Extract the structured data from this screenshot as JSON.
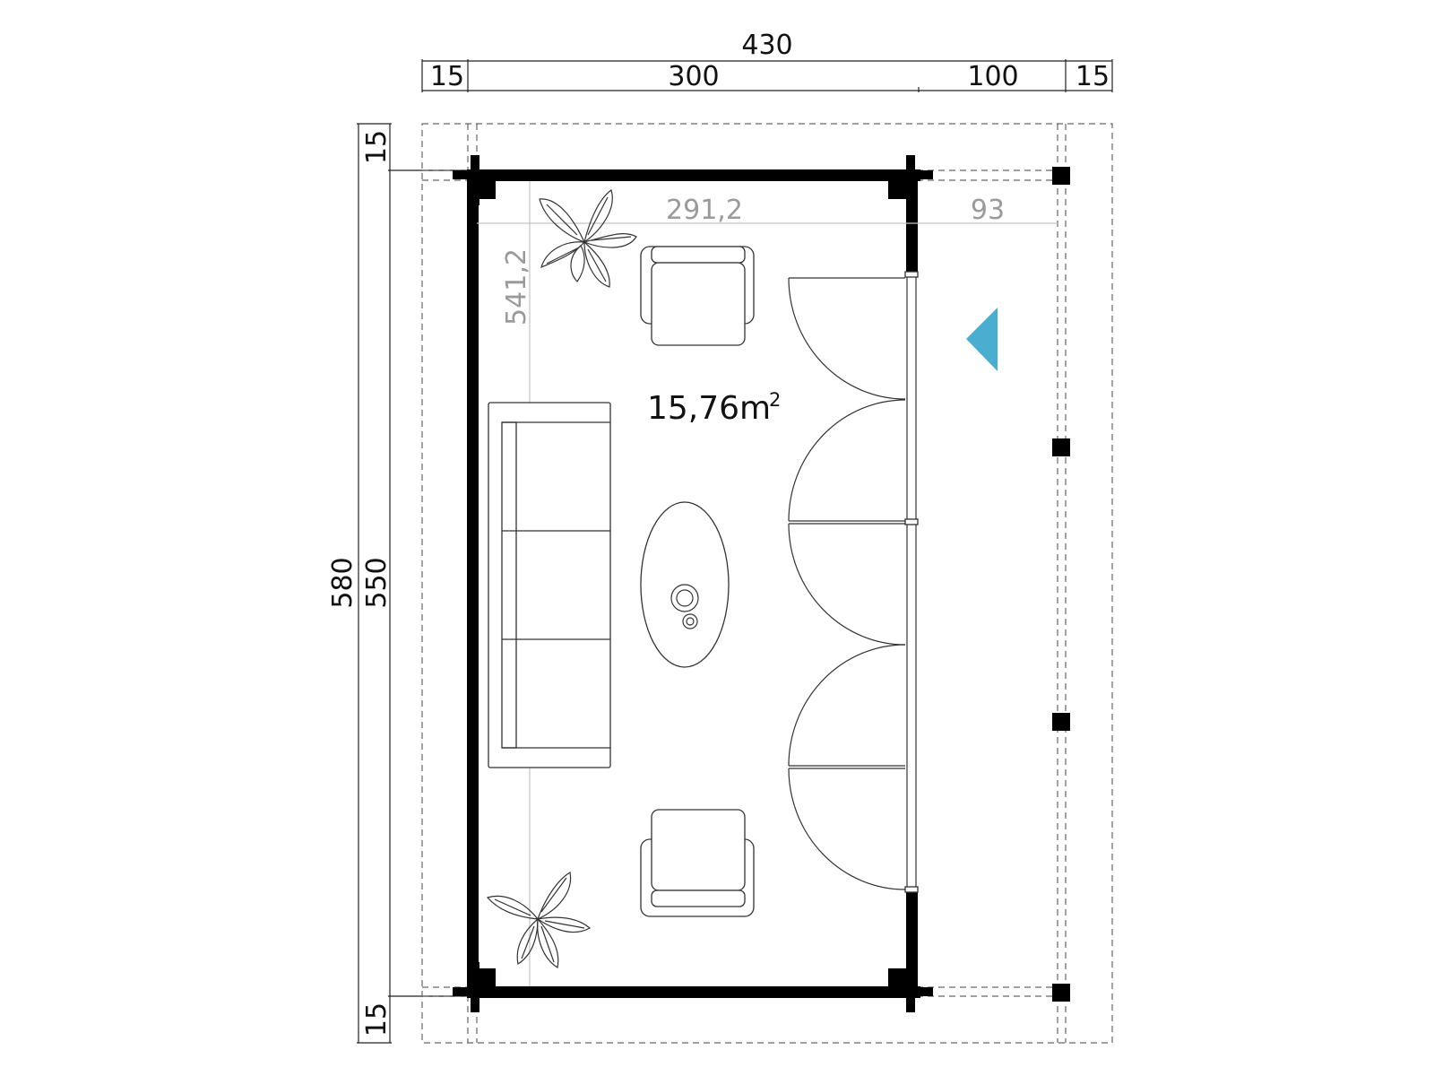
{
  "dimensions": {
    "overall_width": "430",
    "segment_left_overhang": "15",
    "segment_main": "300",
    "segment_terrace": "100",
    "segment_right_overhang": "15",
    "overall_depth": "580",
    "wall_depth": "550",
    "top_overhang": "15",
    "bottom_overhang": "15",
    "inner_width": "291,2",
    "inner_terrace_width": "93",
    "inner_depth": "541,2"
  },
  "room": {
    "area_value": "15,76m",
    "area_superscript": "2"
  },
  "colors": {
    "wall": "#000000",
    "entrance_marker": "#4aaed0",
    "inner_dimension": "#9a9a9a"
  }
}
